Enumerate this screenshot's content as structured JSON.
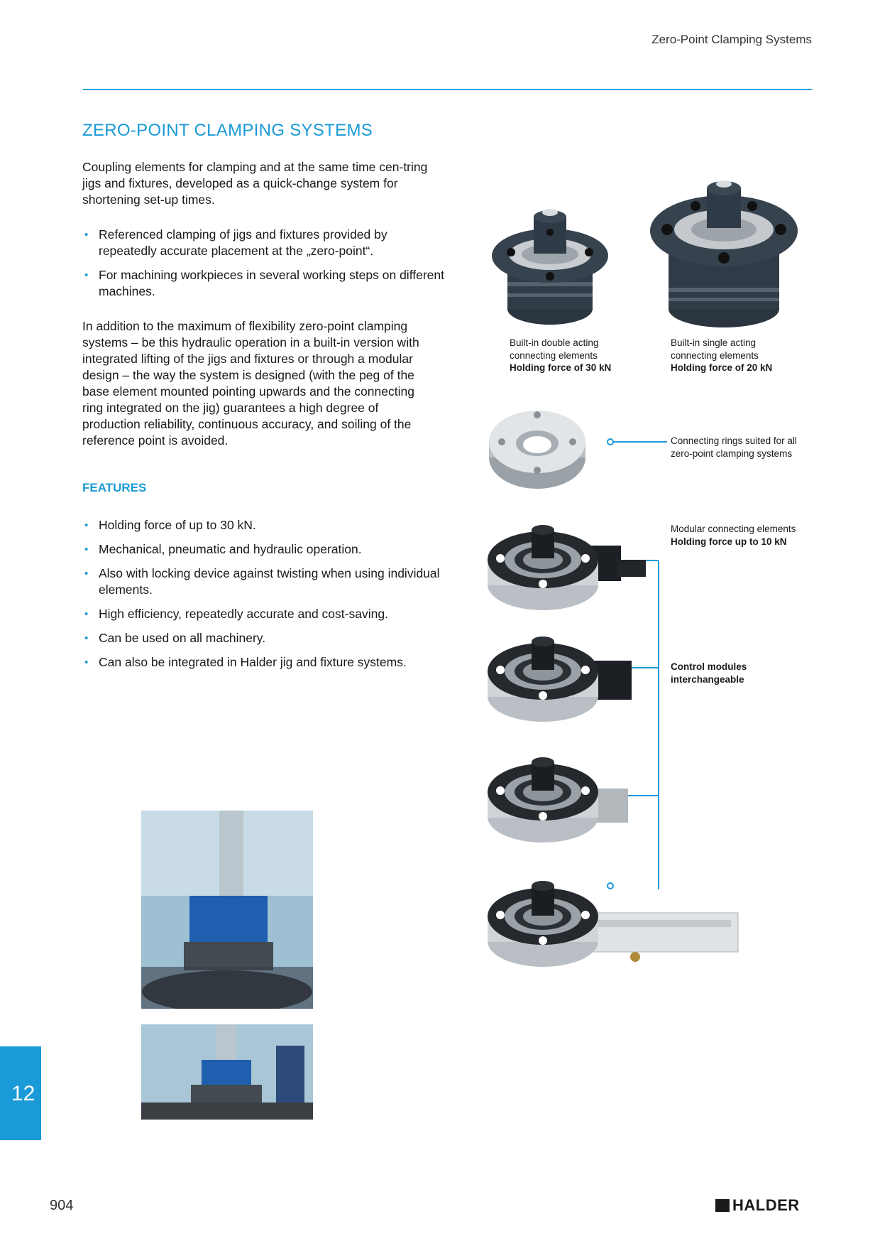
{
  "header": {
    "running_title": "Zero-Point Clamping Systems"
  },
  "title": "ZERO-POINT CLAMPING SYSTEMS",
  "intro": "Coupling elements for clamping and at the same time cen-tring jigs and fixtures, developed as a quick-change system for shortening set-up times.",
  "bullets_top": [
    "Referenced clamping of jigs and fixtures provided by repeatedly accurate placement at the „zero-point“.",
    "For machining workpieces in several working steps on different machines."
  ],
  "paragraph2": "In addition to the maximum of flexibility zero-point clamping systems – be this hydraulic operation in a built-in version with integrated lifting of the jigs and fixtures or through a modular design – the way the system is designed (with the peg of the base element mounted pointing upwards and the connecting ring integrated on the jig) guarantees a high degree of production reliability, continuous accuracy, and soiling of the reference point is avoided.",
  "features_heading": "FEATURES",
  "features": [
    "Holding force of up to 30 kN.",
    "Mechanical, pneumatic and hydraulic operation.",
    "Also with locking device against twisting when using individual elements.",
    "High efficiency, repeatedly accurate and cost-saving.",
    "Can be used on all machinery.",
    "Can also be integrated in Halder jig and fixture systems."
  ],
  "captions": {
    "double_acting": {
      "line1": "Built-in double acting",
      "line2": "connecting elements",
      "bold": "Holding force of 30 kN"
    },
    "single_acting": {
      "line1": "Built-in single acting",
      "line2": "connecting elements",
      "bold": "Holding force of 20 kN"
    },
    "rings": {
      "line1": "Connecting rings suited for all",
      "line2": "zero-point clamping systems"
    },
    "modular": {
      "line1": "Modular connecting elements",
      "bold": "Holding force up to 10 kN"
    },
    "control": {
      "bold1": "Control modules",
      "bold2": "interchangeable"
    }
  },
  "chapter_tab": "12",
  "page_number": "904",
  "brand": "HALDER",
  "colors": {
    "accent": "#1a9ad6",
    "rule": "#29a3df"
  }
}
